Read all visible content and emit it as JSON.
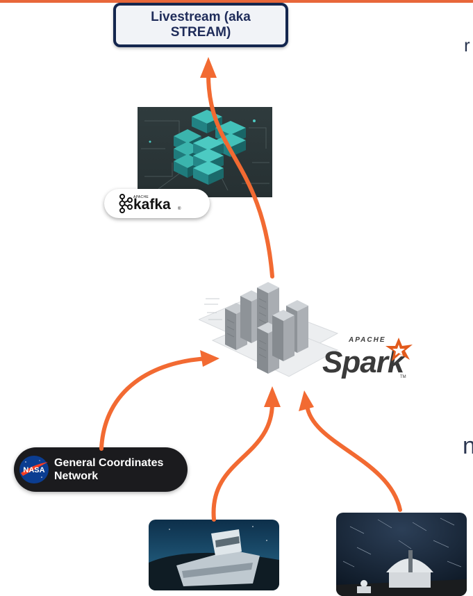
{
  "colors": {
    "accent": "#e8673a",
    "arrow": "#f26a32",
    "box_border": "#14264e",
    "label_navy": "#1f2c5a"
  },
  "partial_text": {
    "top": "r",
    "mid": "n"
  },
  "stream_box": {
    "label": "Livestream (aka\nSTREAM)"
  },
  "kafka": {
    "image": "server-cluster-illustration",
    "logo_apache": "APACHE",
    "logo_name": "kafka",
    "logo_reg": "®",
    "logo_icon": "kafka-icon"
  },
  "spark": {
    "image": "server-racks-illustration",
    "logo_apache": "APACHE",
    "logo_name": "Spark",
    "logo_tm": "TM",
    "logo_icon": "spark-star-icon"
  },
  "gcn": {
    "label": "General Coordinates\nNetwork",
    "icon": "nasa-icon"
  },
  "photos": [
    {
      "name": "telescope-dome-photo"
    },
    {
      "name": "observatory-star-trails-photo"
    }
  ]
}
